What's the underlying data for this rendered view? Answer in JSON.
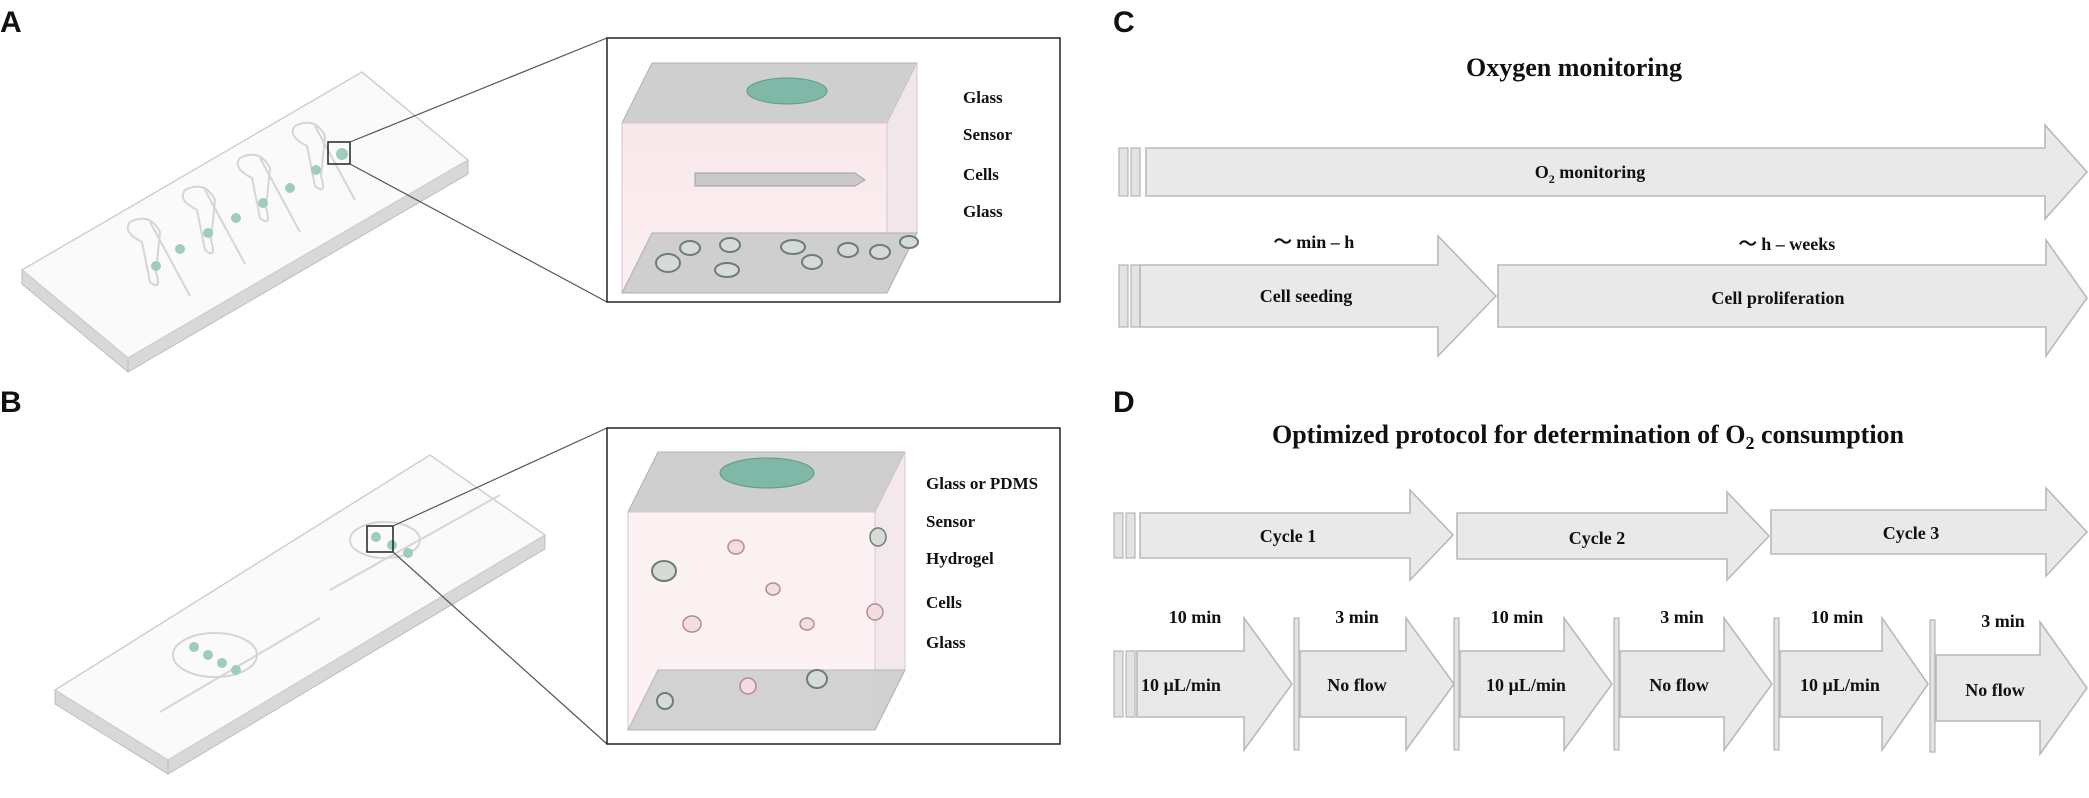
{
  "panel_letters": {
    "a": "A",
    "b": "B",
    "c": "C",
    "d": "D"
  },
  "panel_a": {
    "layers": [
      "Glass",
      "Sensor",
      "Cells",
      "Glass"
    ]
  },
  "panel_b": {
    "layers": [
      "Glass or PDMS",
      "Sensor",
      "Hydrogel",
      "Cells",
      "Glass"
    ]
  },
  "panel_c": {
    "title": "Oxygen monitoring",
    "o2_arrow": {
      "prefix": "O",
      "subscript": "2",
      "suffix": " monitoring"
    },
    "phases": [
      {
        "duration": "～ min – h",
        "label": "Cell seeding"
      },
      {
        "duration": "～ h – weeks",
        "label": "Cell proliferation"
      }
    ]
  },
  "panel_d": {
    "title_prefix": "Optimized protocol for determination of O",
    "title_sub": "2",
    "title_suffix": "  consumption",
    "cycles": [
      "Cycle 1",
      "Cycle 2",
      "Cycle 3"
    ],
    "steps": [
      {
        "duration": "10 min",
        "label": "10 µL/min"
      },
      {
        "duration": "3 min",
        "label": "No flow"
      },
      {
        "duration": "10 min",
        "label": "10 µL/min"
      },
      {
        "duration": "3 min",
        "label": "No flow"
      },
      {
        "duration": "10 min",
        "label": "10 µL/min"
      },
      {
        "duration": "3 min",
        "label": "No flow"
      }
    ]
  },
  "colors": {
    "sensor_teal": "#7fb8a6",
    "arrow_fill": "#e9e9e9",
    "arrow_stroke": "#b9b9b9",
    "hydrogel_pink": "#f7e6ea"
  }
}
